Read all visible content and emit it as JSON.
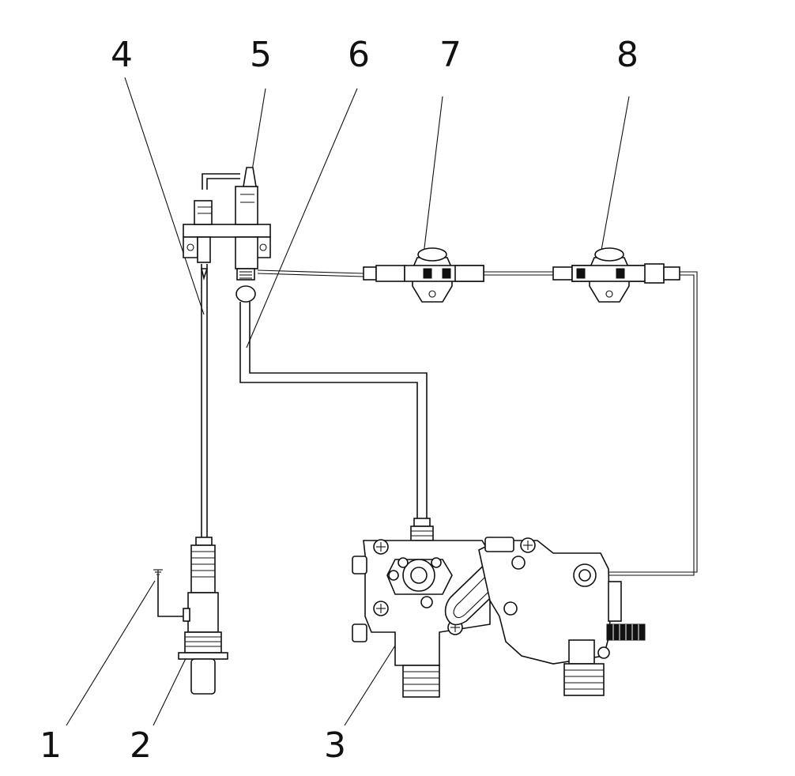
{
  "callouts": {
    "c1": "1",
    "c2": "2",
    "c3": "3",
    "c4": "4",
    "c5": "5",
    "c6": "6",
    "c7": "7",
    "c8": "8"
  },
  "colors": {
    "ink": "#111111",
    "background": "#ffffff"
  },
  "icons": [
    "ground-symbol-icon"
  ]
}
